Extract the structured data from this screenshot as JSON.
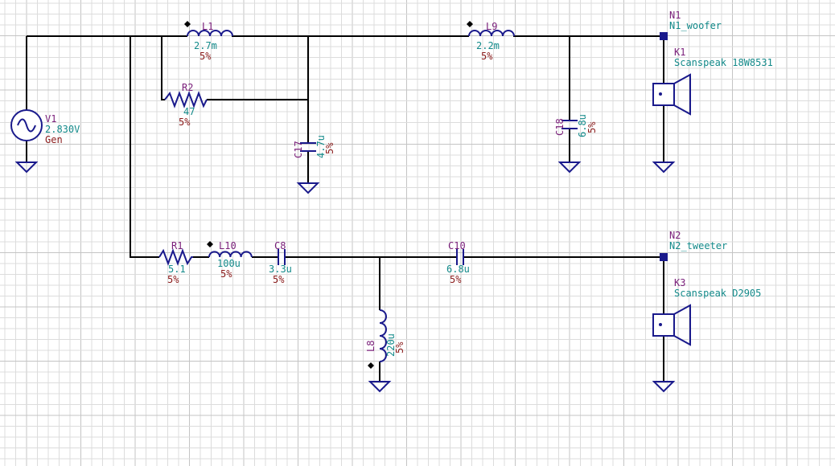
{
  "colors": {
    "background": "#ffffff",
    "grid_minor": "#dcdcdc",
    "grid_major": "#c4c4c4",
    "wire": "#000000",
    "component": "#1a1a8c",
    "designator": "#7a1f7a",
    "value": "#138a8a",
    "tolerance": "#8a1a1a",
    "node": "#1a1a8c"
  },
  "components": {
    "V1": {
      "designator": "V1",
      "value": "2.830V",
      "extra": "Gen",
      "icon": "ac-source-icon"
    },
    "L1": {
      "designator": "L1",
      "value": "2.7m",
      "tolerance": "5%"
    },
    "L9": {
      "designator": "L9",
      "value": "2.2m",
      "tolerance": "5%"
    },
    "R2": {
      "designator": "R2",
      "value": "47",
      "tolerance": "5%"
    },
    "C17": {
      "designator": "C17",
      "value": "4.7u",
      "tolerance": "5%"
    },
    "C18": {
      "designator": "C18",
      "value": "6.8u",
      "tolerance": "5%"
    },
    "R1": {
      "designator": "R1",
      "value": "5.1",
      "tolerance": "5%"
    },
    "L10": {
      "designator": "L10",
      "value": "100u",
      "tolerance": "5%"
    },
    "C8": {
      "designator": "C8",
      "value": "3.3u",
      "tolerance": "5%"
    },
    "C10": {
      "designator": "C10",
      "value": "6.8u",
      "tolerance": "5%"
    },
    "L8": {
      "designator": "L8",
      "value": "220u",
      "tolerance": "5%"
    },
    "K1": {
      "designator": "K1",
      "value": "Scanspeak 18W8531",
      "icon": "speaker-icon"
    },
    "K3": {
      "designator": "K3",
      "value": "Scanspeak D2905",
      "icon": "speaker-icon"
    }
  },
  "nodes": {
    "N1": {
      "designator": "N1",
      "name": "N1_woofer"
    },
    "N2": {
      "designator": "N2",
      "name": "N2_tweeter"
    }
  }
}
